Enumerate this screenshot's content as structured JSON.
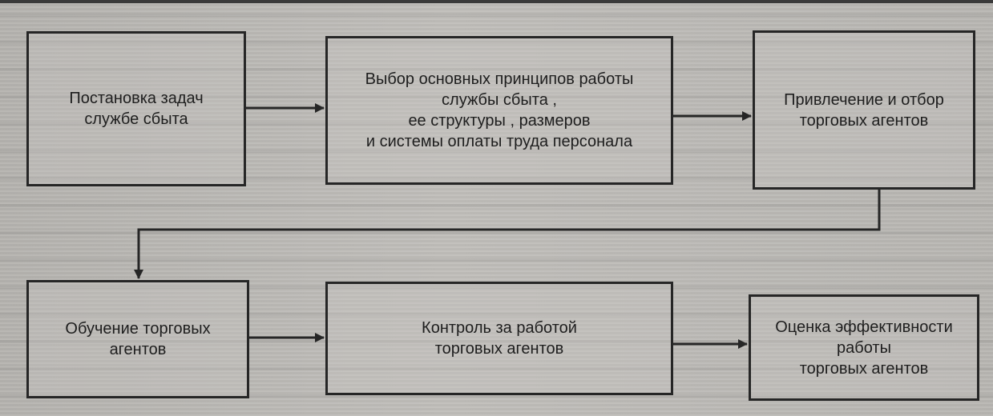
{
  "diagram": {
    "boxes": [
      {
        "id": "b1",
        "text": "Постановка задач\nслужбе сбыта"
      },
      {
        "id": "b2",
        "text": "Выбор основных принципов работы\nслужбы сбыта ,\nее структуры , размеров\nи системы оплаты труда персонала"
      },
      {
        "id": "b3",
        "text": "Привлечение и отбор\nторговых агентов"
      },
      {
        "id": "b4",
        "text": "Обучение торговых\nагентов"
      },
      {
        "id": "b5",
        "text": "Контроль за работой\nторговых агентов"
      },
      {
        "id": "b6",
        "text": "Оценка эффективности\nработы\nторговых агентов"
      }
    ],
    "connectors": [
      {
        "from": "b1",
        "to": "b2"
      },
      {
        "from": "b2",
        "to": "b3"
      },
      {
        "from": "b3",
        "to": "b4"
      },
      {
        "from": "b4",
        "to": "b5"
      },
      {
        "from": "b5",
        "to": "b6"
      }
    ],
    "colors": {
      "ink": "#262626",
      "paper": "#b9b7b3"
    }
  }
}
